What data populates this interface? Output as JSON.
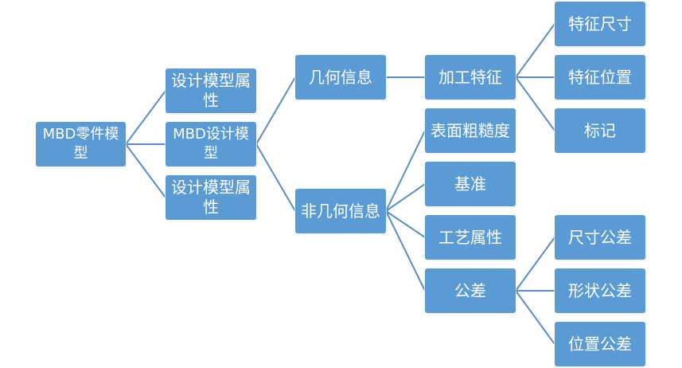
{
  "diagram": {
    "root": "MBD零件模型",
    "level1": [
      "设计模型属性",
      "MBD设计模型",
      "设计模型属性"
    ],
    "level2": [
      "几何信息",
      "非几何信息"
    ],
    "geometric": {
      "feature": "加工特征",
      "feature_children": [
        "特征尺寸",
        "特征位置",
        "标记"
      ]
    },
    "non_geometric": {
      "items": [
        "表面粗糙度",
        "基准",
        "工艺属性",
        "公差"
      ],
      "tolerance_children": [
        "尺寸公差",
        "形状公差",
        "位置公差"
      ]
    },
    "colors": {
      "node_fill": "#5b9bd5",
      "connector": "#5b8ec4",
      "text": "#ffffff"
    }
  }
}
